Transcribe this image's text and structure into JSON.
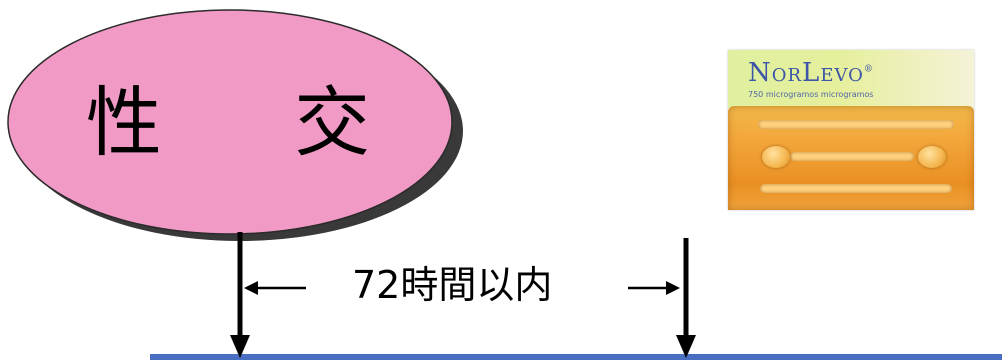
{
  "diagram": {
    "event_label": "性 交",
    "time_window_label": "72時間以内",
    "colors": {
      "ellipse_fill": "#f29ac6",
      "ellipse_shadow": "#1e1e1e",
      "timeline": "#4a6fc1",
      "arrows": "#000000"
    }
  },
  "product": {
    "brand": "NorLevo",
    "registered_mark": "®",
    "subtitle": "750 microgramos microgramos",
    "icon": "pill-blister-pack"
  }
}
